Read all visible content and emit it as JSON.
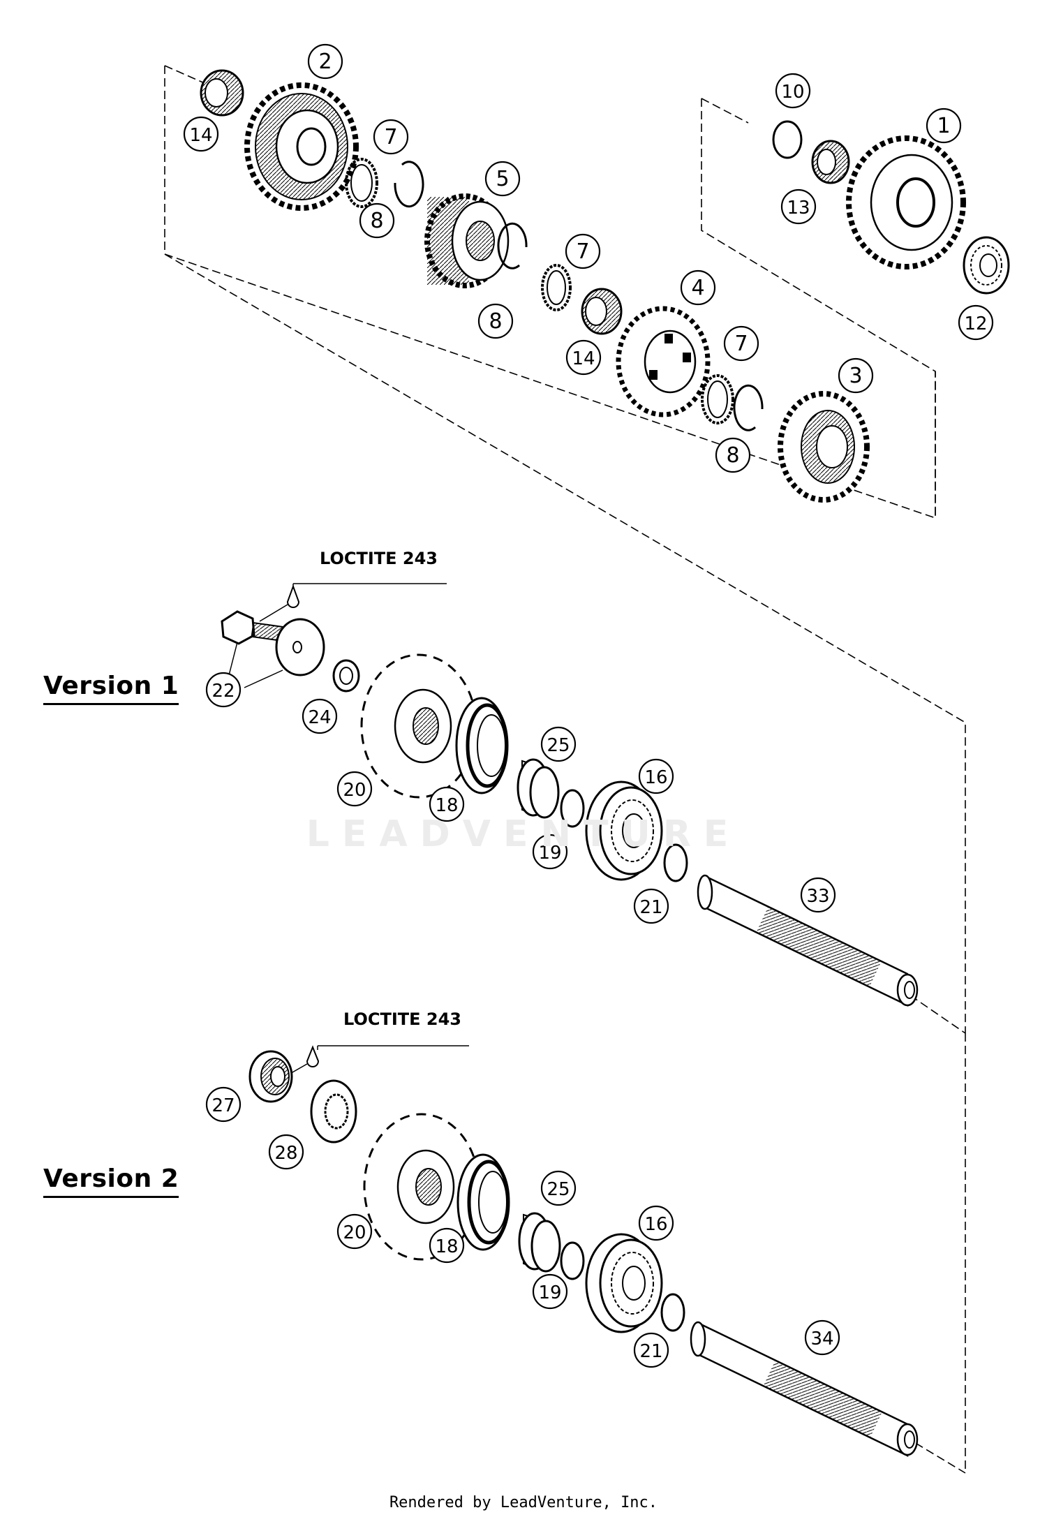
{
  "diagram": {
    "watermark": "LEADVENTURE",
    "footer": "Rendered by LeadVenture, Inc.",
    "versions": [
      {
        "label": "Version 1",
        "loctite": "LOCTITE 243"
      },
      {
        "label": "Version 2",
        "loctite": "LOCTITE 243"
      }
    ],
    "callouts": {
      "c1": "1",
      "c2": "2",
      "c3": "3",
      "c4": "4",
      "c5": "5",
      "c7": "7",
      "c8": "8",
      "c10": "10",
      "c12": "12",
      "c13": "13",
      "c14": "14",
      "c16": "16",
      "c18": "18",
      "c19": "19",
      "c20": "20",
      "c21": "21",
      "c22": "22",
      "c24": "24",
      "c25": "25",
      "c27": "27",
      "c28": "28",
      "c33": "33",
      "c34": "34"
    }
  }
}
